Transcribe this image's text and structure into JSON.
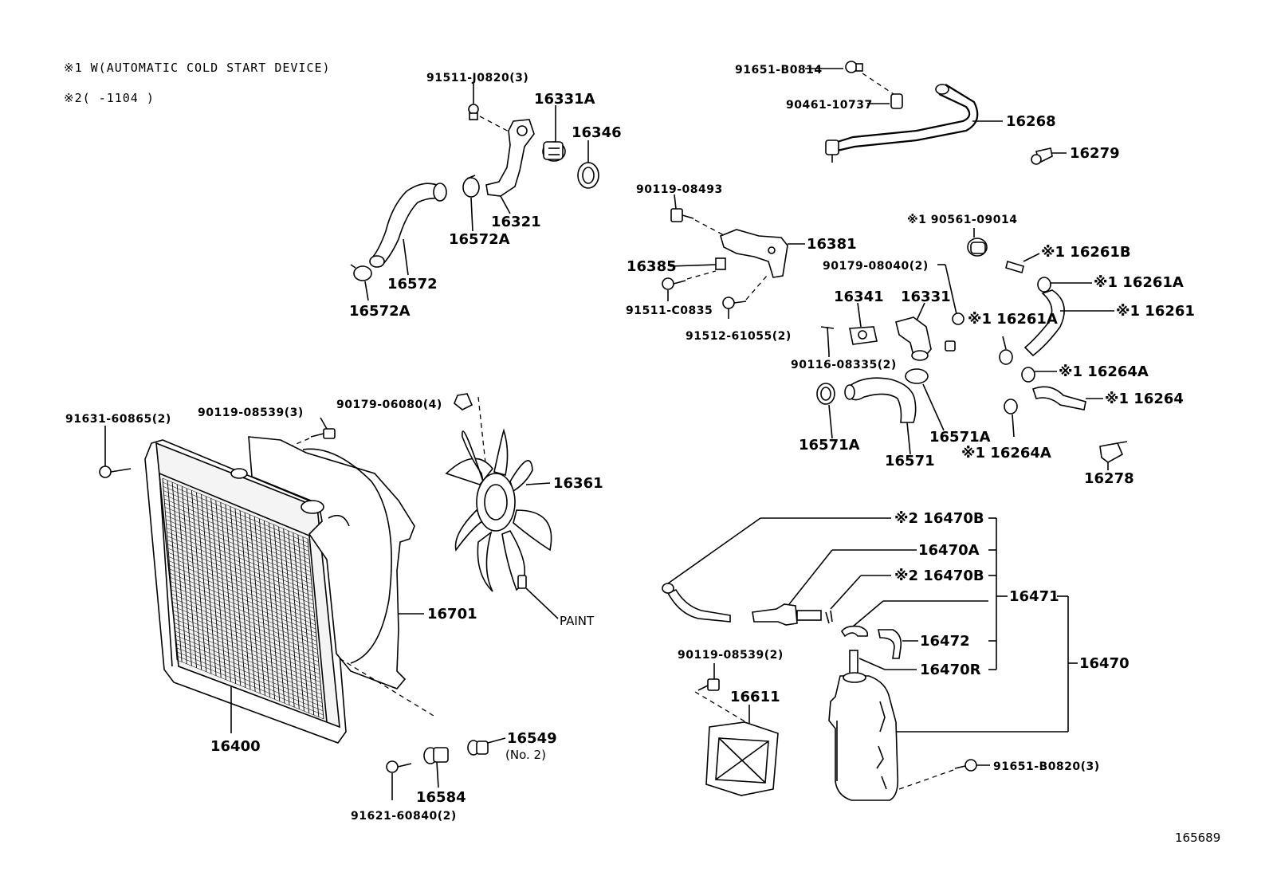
{
  "notes": {
    "note1": "※1 W(AUTOMATIC COLD START DEVICE)",
    "note2": "※2(    -1104 )"
  },
  "diagram_id": "165689",
  "labels": {
    "p91511_J0820": "91511-J0820(3)",
    "p16331A": "16331A",
    "p16346": "16346",
    "p16321": "16321",
    "p16572A_top": "16572A",
    "p16572": "16572",
    "p16572A_bottom": "16572A",
    "p91651_B0814": "91651-B0814",
    "p90461_10737": "90461-10737",
    "p16268": "16268",
    "p16279": "16279",
    "p90119_08493": "90119-08493",
    "p16381": "16381",
    "p16385": "16385",
    "p91511_C0835": "91511-C0835",
    "p91512_61055": "91512-61055(2)",
    "p90561_09014": "※1 90561-09014",
    "p16261B": "※1 16261B",
    "p16261A_1": "※1 16261A",
    "p90179_08040": "90179-08040(2)",
    "p16341": "16341",
    "p16331": "16331",
    "p16261A_2": "※1 16261A",
    "p16261": "※1 16261",
    "p90116_08335": "90116-08335(2)",
    "p16264A_1": "※1 16264A",
    "p16264": "※1 16264",
    "p16571A_left": "16571A",
    "p16571": "16571",
    "p16571A_right": "16571A",
    "p16264A_2": "※1 16264A",
    "p16278": "16278",
    "p91631_60865": "91631-60865(2)",
    "p90119_08539_3": "90119-08539(3)",
    "p90179_06080": "90179-06080(4)",
    "p16361": "16361",
    "p16701": "16701",
    "paint": "PAINT",
    "p16400": "16400",
    "p16584": "16584",
    "p16549": "16549",
    "p16549_sub": "(No. 2)",
    "p91621_60840": "91621-60840(2)",
    "p16470B_1": "※2 16470B",
    "p16470A": "16470A",
    "p16470B_2": "※2 16470B",
    "p16471": "16471",
    "p16472": "16472",
    "p16470R": "16470R",
    "p16470": "16470",
    "p90119_08539_2": "90119-08539(2)",
    "p16611": "16611",
    "p91651_B0820": "91651-B0820(3)"
  }
}
